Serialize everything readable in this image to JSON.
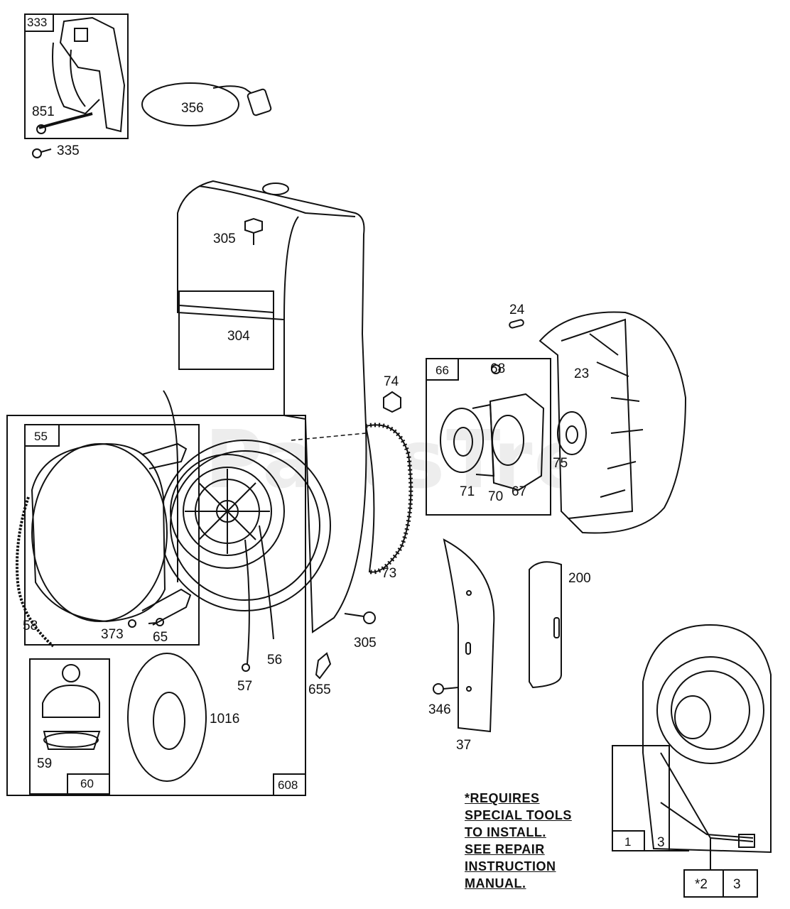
{
  "watermark": "PartsTree",
  "labels": {
    "p333": "333",
    "p851": "851",
    "p335": "335",
    "p356": "356",
    "p305a": "305",
    "p304": "304",
    "p24": "24",
    "p66": "66",
    "p68": "68",
    "p23": "23",
    "p74": "74",
    "p55": "55",
    "p75": "75",
    "p71": "71",
    "p70": "70",
    "p67": "67",
    "p73": "73",
    "p200": "200",
    "p58": "58",
    "p373": "373",
    "p65": "65",
    "p305b": "305",
    "p56": "56",
    "p57": "57",
    "p655": "655",
    "p346": "346",
    "p37": "37",
    "p1016": "1016",
    "p59": "59",
    "p60": "60",
    "p608": "608",
    "p1": "1",
    "p3a": "3",
    "p2": "*2",
    "p3b": "3"
  },
  "note": {
    "lines": [
      "*REQUIRES",
      "SPECIAL TOOLS",
      "TO INSTALL.",
      "SEE REPAIR",
      "INSTRUCTION",
      "MANUAL."
    ]
  },
  "colors": {
    "ink": "#111111",
    "background": "#ffffff"
  }
}
